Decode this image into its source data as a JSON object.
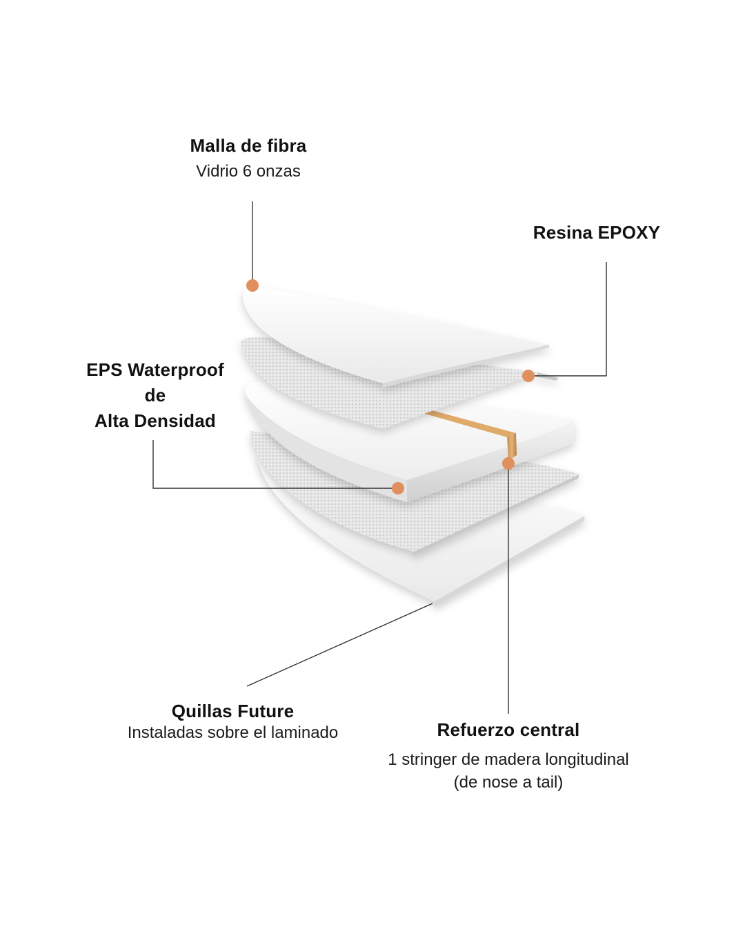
{
  "labels": {
    "fiber": {
      "title": "Malla de fibra",
      "sub": "Vidrio 6 onzas"
    },
    "resin": {
      "title": "Resina EPOXY"
    },
    "eps": {
      "line1": "EPS Waterproof",
      "line2": "de",
      "line3": "Alta Densidad"
    },
    "fins": {
      "title": "Quillas Future",
      "sub": "Instaladas sobre el laminado"
    },
    "stringer": {
      "title": "Refuerzo central",
      "sub1": "1 stringer de madera longitudinal",
      "sub2": "(de nose a tail)"
    }
  },
  "colors": {
    "dot": "#e08f5e",
    "line": "#333333",
    "layer": "#ffffff",
    "texture": "#d8d8d8",
    "wood": "#d4a067"
  }
}
